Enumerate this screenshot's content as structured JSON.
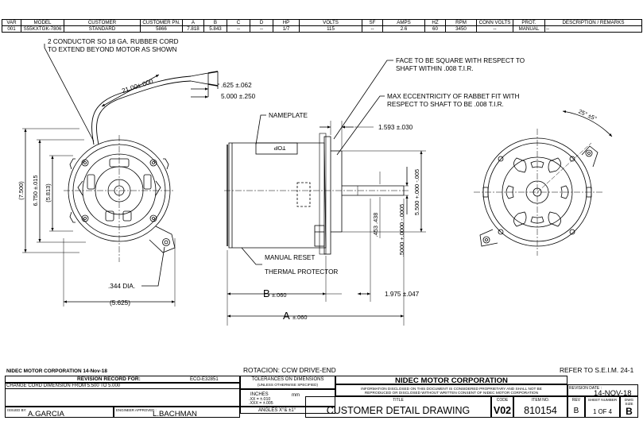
{
  "spec_table": {
    "headers": [
      "VAR",
      "MODEL",
      "CUSTOMER",
      "CUSTOMER PN.",
      "A",
      "B",
      "C",
      "D",
      "HP",
      "VOLTS",
      "SF",
      "AMPS",
      "HZ",
      "RPM",
      "CONN VOLTS",
      "PROT.",
      "DESCRIPTION / REMARKS"
    ],
    "row": [
      "001",
      "S55KXTGK-7806",
      "STANDARD",
      "5866",
      "7.818",
      "5.843",
      "--",
      "--",
      "1/7",
      "115",
      "--",
      "2.6",
      "60",
      "3450",
      "--",
      "MANUAL",
      "--"
    ]
  },
  "notes": {
    "cord_line1": "2 CONDUCTOR SO 18 GA. RUBBER CORD",
    "cord_line2": "TO EXTEND BEYOND MOTOR AS SHOWN",
    "face_line1": "FACE TO BE SQUARE WITH RESPECT TO",
    "face_line2": "SHAFT WITHIN .008 T.I.R.",
    "ecc_line1": "MAX ECCENTRICITY OF RABBET FIT WITH",
    "ecc_line2": "RESPECT TO SHAFT TO BE .008 T.I.R.",
    "nameplate": "NAMEPLATE",
    "top_label": "TOP",
    "reset_line1": "MANUAL RESET",
    "reset_line2": "THERMAL PROTECTOR"
  },
  "dims": {
    "cord_len": "21.00±.000",
    "strip1": ".625 ±.062",
    "strip2": "5.000 ±.250",
    "d7500": "(7.500)",
    "d6750": "6.750 ±.015",
    "d5813": "(5.813)",
    "hole": ".344 DIA.",
    "d5625": "(5.625)",
    "d1593": "1.593 ±.030",
    "d5500": "5.500 +.000 -.005",
    "d453": ".453 .438",
    "d5000": ".5000 +.0000 -.0005",
    "b_letter": "B",
    "b_tol": "±.060",
    "a_letter": "A",
    "a_tol": "±.060",
    "d1975": "1.975 ±.047",
    "angle": "25° ±5°"
  },
  "title_block": {
    "company_date": "NIDEC MOTOR CORPORATION 14-Nov-18",
    "rotation": "ROTACION: CCW DRIVE-END",
    "refer": "REFER TO S.E.I.M. 24-1",
    "revision_record": "REVISION RECORD FOR:",
    "eco": "ECO-E32851",
    "change_desc": "CHANGE CORD DIMENSION FROM 5.500 TO 5.000",
    "tol_title": "TOLERANCES ON DIMENSIONS",
    "tol_sub": "(UNLESS OTHERWISE SPECIFIED)",
    "inches": "INCHES",
    "mm": "mm",
    "tol_xx": ".XX = ±.010",
    "tol_xxx": ".XXX = ±.005",
    "angles": "ANGLES  X°& ±1°",
    "corp": "NIDEC MOTOR CORPORATION",
    "disclaimer1": "INFORMATION DISCLOSED ON THIS DOCUMENT IS CONSIDERED PROPRIETARY AND SHALL NOT BE",
    "disclaimer2": "REPRODUCED OR DISCLOSED WITHOUT WRITTEN CONSENT OF NIDEC MOTOR CORPORATION",
    "rev_date_label": "REVISION DATE :",
    "rev_date": "14-NOV-18",
    "title_label": "TITLE",
    "title": "CUSTOMER  DETAIL  DRAWING",
    "code_label": "CODE",
    "code": "V02",
    "item_label": "ITEM NO.",
    "item": "810154",
    "rev_label": "REV",
    "rev": "B",
    "sheet_label": "SHEET NUMBER",
    "sheet": "1  OF  4",
    "dwg_label": "DWG SIZE",
    "dwg": "B",
    "issued_label": "ISSUED BY:",
    "issued": "A.GARCIA",
    "approved_label": "ENGINEER APPROVED :",
    "approved": "L.BACHMAN"
  }
}
